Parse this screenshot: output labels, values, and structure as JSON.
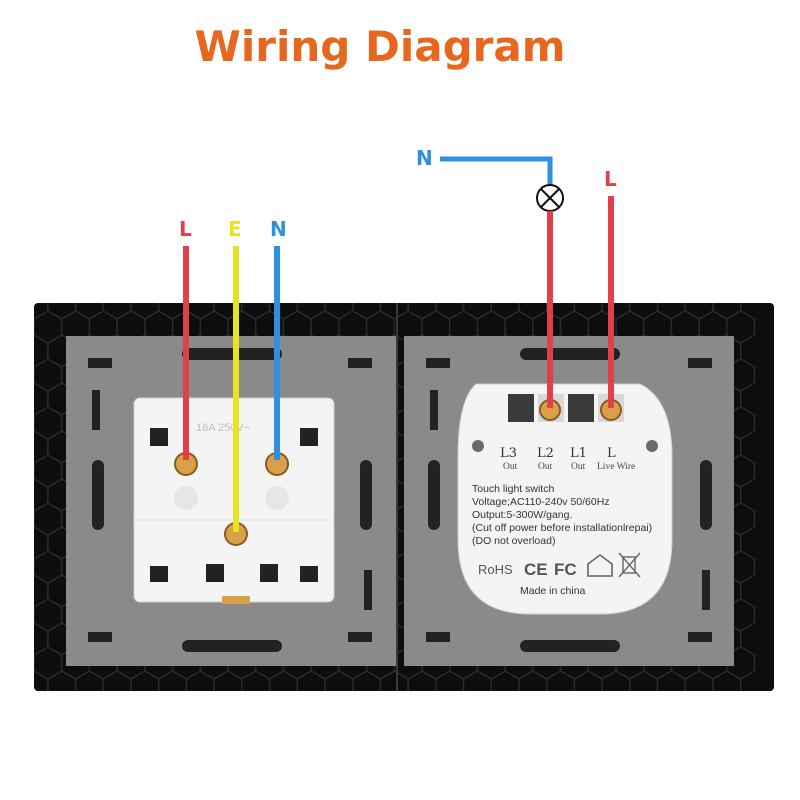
{
  "title": "Wiring Diagram",
  "colors": {
    "title": "#e8671e",
    "live": "#e14048",
    "earth": "#e9e224",
    "neutral": "#2f8fe0",
    "plate": "#0d0d0d",
    "frame": "#8a8a8a",
    "module": "#f4f4f4"
  },
  "socket": {
    "wire_labels": {
      "live": "L",
      "earth": "E",
      "neutral": "N"
    },
    "rating": "16A 250V~"
  },
  "switch": {
    "wire_labels": {
      "neutral": "N",
      "live": "L"
    },
    "lamp_icon": "lamp-icon",
    "terminals": [
      {
        "label": "L3",
        "sub": "Out"
      },
      {
        "label": "L2",
        "sub": "Out"
      },
      {
        "label": "L1",
        "sub": "Out"
      },
      {
        "label": "L",
        "sub": "Live Wire"
      }
    ],
    "info_lines": [
      "Touch light switch",
      "Voltage;AC110-240v 50/60Hz",
      "Output:5-300W/gang.",
      "(Cut off power before installationlrepai)",
      "(DO not overload)"
    ],
    "rohs": "RoHS",
    "ce": "CE",
    "fc": "FC",
    "made_in": "Made in china"
  }
}
